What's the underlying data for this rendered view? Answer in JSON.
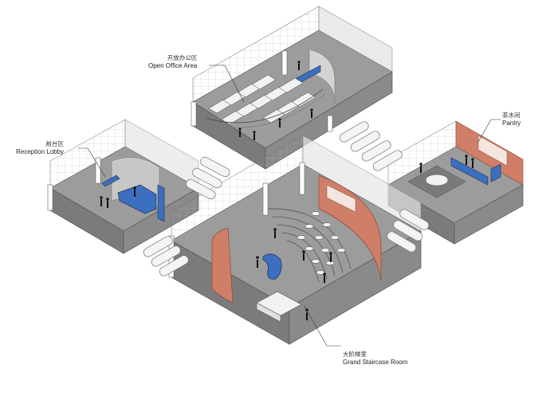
{
  "colors": {
    "accent_blue": "#3b6fbf",
    "accent_copper": "#cf7f68",
    "floor_gray": "#9a9a9a",
    "wall_glass": "#d8d8d8",
    "line": "#555555"
  },
  "labels": {
    "office": {
      "cn": "开放办公区",
      "en": "Open Office Area"
    },
    "reception": {
      "cn": "前台区",
      "en": "Reception Lobby"
    },
    "pantry": {
      "cn": "茶水间",
      "en": "Pantry"
    },
    "staircase": {
      "cn": "大阶梯室",
      "en": "Grand Staircase Room"
    }
  }
}
